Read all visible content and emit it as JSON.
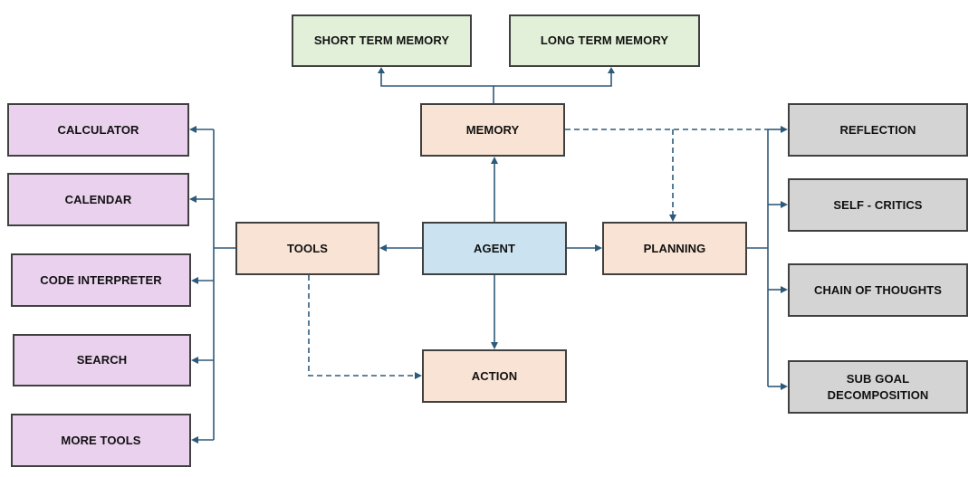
{
  "nodes": {
    "short_term_memory": "SHORT TERM MEMORY",
    "long_term_memory": "LONG TERM MEMORY",
    "memory": "MEMORY",
    "tools": "TOOLS",
    "agent": "AGENT",
    "planning": "PLANNING",
    "action": "ACTION",
    "calculator": "CALCULATOR",
    "calendar": "CALENDAR",
    "code_interpreter": "CODE INTERPRETER",
    "search": "SEARCH",
    "more_tools": "MORE TOOLS",
    "reflection": "REFLECTION",
    "self_critics": "SELF - CRITICS",
    "chain_of_thoughts": "CHAIN OF THOUGHTS",
    "sub_goal_line1": "SUB GOAL",
    "sub_goal_line2": "DECOMPOSITION"
  },
  "colors": {
    "memory_types": "#e2f0d9",
    "core_components": "#f8e3d4",
    "agent": "#cbe3f0",
    "tools": "#ead1ee",
    "planning_methods": "#d4d4d4",
    "connector": "#2e5a7a",
    "border": "#404040"
  },
  "connections": [
    {
      "from": "agent",
      "to": "memory",
      "style": "solid"
    },
    {
      "from": "agent",
      "to": "tools",
      "style": "solid"
    },
    {
      "from": "agent",
      "to": "planning",
      "style": "solid"
    },
    {
      "from": "agent",
      "to": "action",
      "style": "solid"
    },
    {
      "from": "memory",
      "to": "short_term_memory",
      "style": "solid"
    },
    {
      "from": "memory",
      "to": "long_term_memory",
      "style": "solid"
    },
    {
      "from": "memory",
      "to": "planning",
      "style": "dashed"
    },
    {
      "from": "memory",
      "to": "reflection",
      "style": "dashed"
    },
    {
      "from": "tools",
      "to": "action",
      "style": "dashed"
    },
    {
      "from": "tools",
      "to": "calculator",
      "style": "solid"
    },
    {
      "from": "tools",
      "to": "calendar",
      "style": "solid"
    },
    {
      "from": "tools",
      "to": "code_interpreter",
      "style": "solid"
    },
    {
      "from": "tools",
      "to": "search",
      "style": "solid"
    },
    {
      "from": "tools",
      "to": "more_tools",
      "style": "solid"
    },
    {
      "from": "planning",
      "to": "reflection",
      "style": "solid"
    },
    {
      "from": "planning",
      "to": "self_critics",
      "style": "solid"
    },
    {
      "from": "planning",
      "to": "chain_of_thoughts",
      "style": "solid"
    },
    {
      "from": "planning",
      "to": "sub_goal_decomposition",
      "style": "solid"
    }
  ]
}
